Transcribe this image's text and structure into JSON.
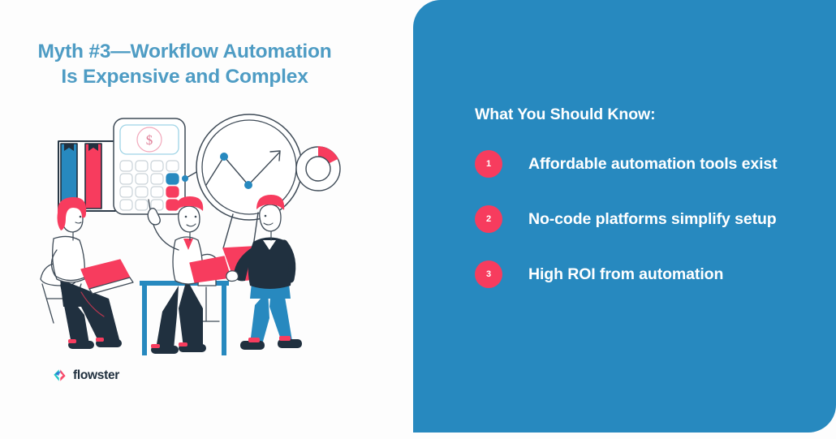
{
  "slide": {
    "background_color": "#fdfdfd",
    "title": {
      "line1": "Myth #3—Workflow Automation",
      "line2": "Is Expensive and Complex",
      "color": "#4e9cc4"
    },
    "logo": {
      "mark_name": "flowster-logo-mark",
      "text": "flowster",
      "mark_colors": {
        "teal": "#1fc6c6",
        "pink": "#f73c5e",
        "blue": "#2789bf"
      }
    },
    "illustration": {
      "name": "workflow-automation-illustration",
      "elements": [
        "binders",
        "calculator",
        "magnifying-glass",
        "line-chart",
        "donut-chart",
        "seated-woman-with-laptop",
        "seated-man-with-laptop",
        "standing-man-with-magnifier",
        "blue-table"
      ],
      "colors": {
        "pink": "#f73c5e",
        "blue": "#2789bf",
        "navy": "#20303f",
        "outline": "#3f4b57"
      }
    }
  },
  "panel": {
    "background_color": "#2789bf",
    "heading": "What You Should Know:",
    "facts": [
      {
        "number": "1",
        "text": "Affordable automation tools exist"
      },
      {
        "number": "2",
        "text": "No-code platforms simplify setup"
      },
      {
        "number": "3",
        "text": "High ROI from automation"
      }
    ],
    "badge_color": "#f73c5e",
    "text_color": "#ffffff"
  }
}
